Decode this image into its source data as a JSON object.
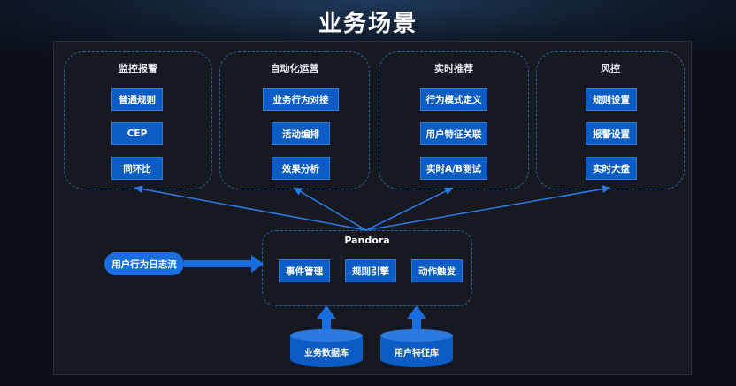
{
  "title": "业务场景",
  "groups": [
    {
      "title": "监控报警",
      "items": [
        "普通规则",
        "CEP",
        "同环比"
      ]
    },
    {
      "title": "自动化运营",
      "items": [
        "业务行为对接",
        "活动编排",
        "效果分析"
      ]
    },
    {
      "title": "实时推荐",
      "items": [
        "行为模式定义",
        "用户特征关联",
        "实时A/B测试"
      ]
    },
    {
      "title": "风控",
      "items": [
        "规则设置",
        "报警设置",
        "实时大盘"
      ]
    }
  ],
  "pandora": {
    "title": "Pandora",
    "items": [
      "事件管理",
      "规则引擎",
      "动作触发"
    ]
  },
  "log_stream": "用户行为日志流",
  "databases": [
    "业务数据库",
    "用户特征库"
  ],
  "colors": {
    "node": "#0b5cc5",
    "edge": "#2a7de8",
    "group_border": "#2f5f9f",
    "background": "#16191f"
  }
}
